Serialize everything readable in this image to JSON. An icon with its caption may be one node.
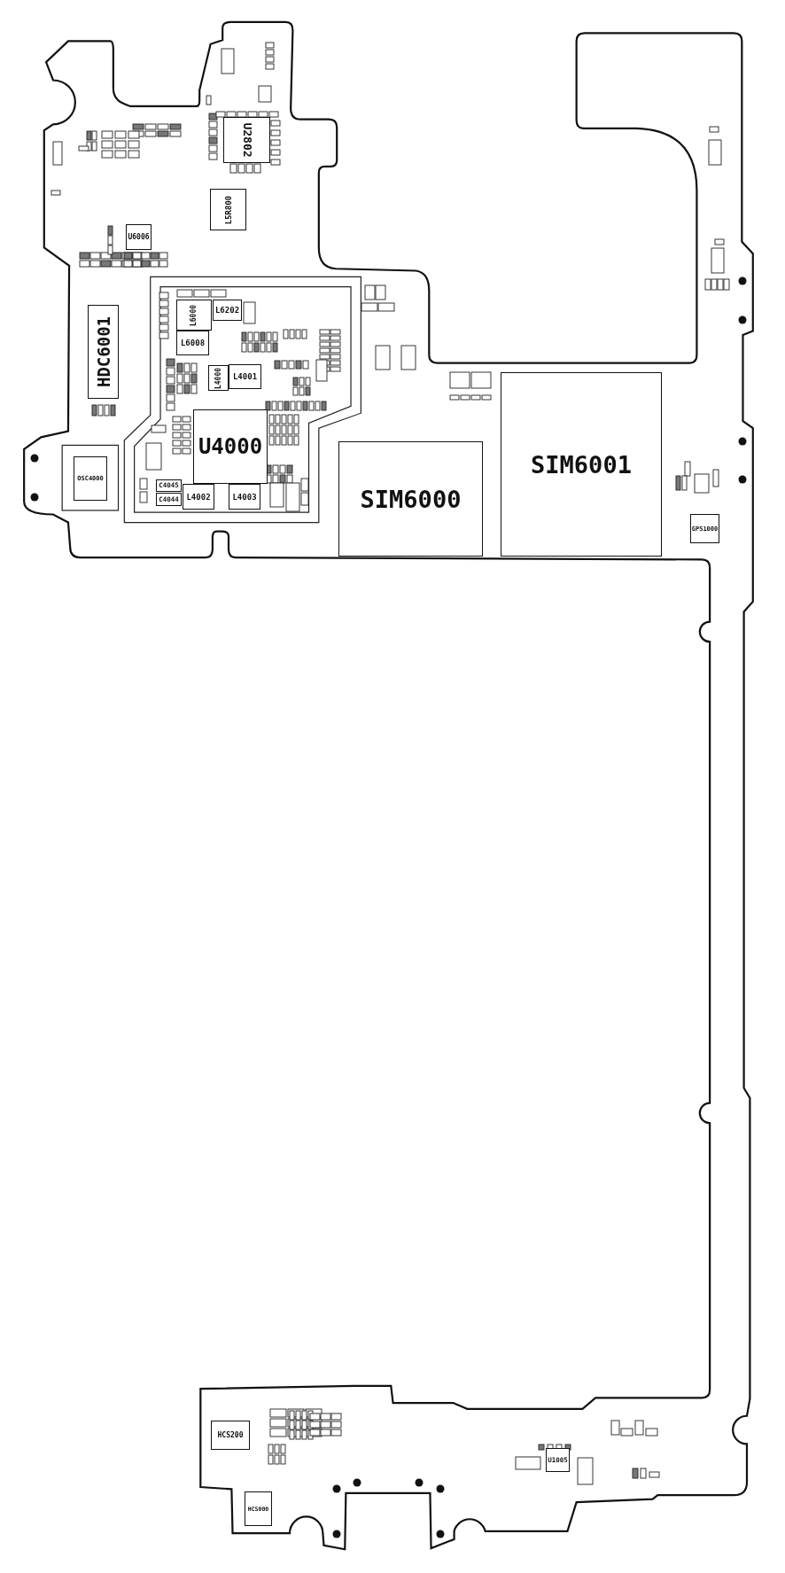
{
  "diagram": {
    "nodes": [
      {
        "text": [
          "U2802"
        ]
      },
      {
        "text": [
          "L5R800"
        ]
      },
      {
        "text": [
          "U6006"
        ]
      },
      {
        "text": [
          "HDC6001"
        ]
      },
      {
        "text": [
          "L6000"
        ]
      },
      {
        "text": [
          "L6202"
        ]
      },
      {
        "text": [
          "L6008"
        ]
      },
      {
        "text": [
          "L4000"
        ]
      },
      {
        "text": [
          "L4001"
        ]
      },
      {
        "text": [
          "U4000"
        ]
      },
      {
        "text": [
          "C4045"
        ]
      },
      {
        "text": [
          "C4044"
        ]
      },
      {
        "text": [
          "L4002"
        ]
      },
      {
        "text": [
          "L4003"
        ]
      },
      {
        "text": [
          "OSC4000"
        ]
      },
      {
        "text": [
          "SIM6000"
        ]
      },
      {
        "text": [
          "SIM6001"
        ]
      },
      {
        "text": [
          "GPS1000"
        ]
      },
      {
        "text": [
          "HCS200"
        ]
      },
      {
        "text": [
          "HCS000"
        ]
      },
      {
        "text": [
          "U1005"
        ]
      }
    ]
  }
}
